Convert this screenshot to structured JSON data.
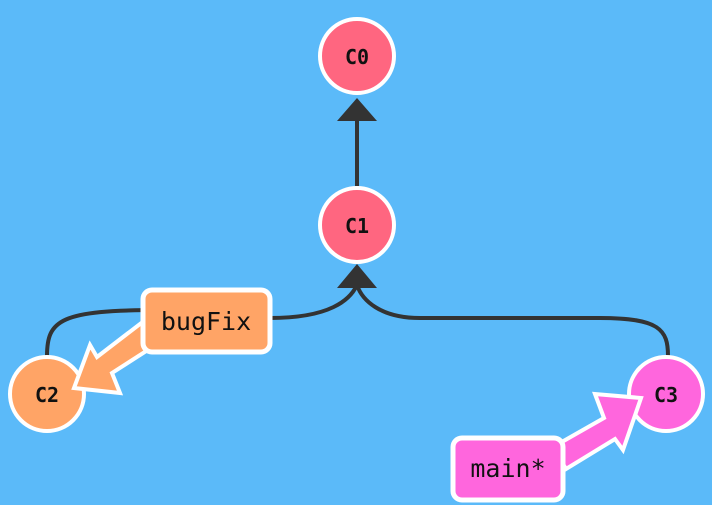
{
  "colors": {
    "background": "#5bbaf9",
    "commit_main": "#ff6680",
    "bugfix": "#ffa466",
    "main_branch": "#ff66dd",
    "edge": "#333333",
    "node_stroke": "#ffffff",
    "text": "#111111"
  },
  "commits": {
    "c0": {
      "label": "C0"
    },
    "c1": {
      "label": "C1"
    },
    "c2": {
      "label": "C2"
    },
    "c3": {
      "label": "C3"
    }
  },
  "branches": {
    "bugfix": {
      "label": "bugFix",
      "target": "C2"
    },
    "main": {
      "label": "main*",
      "target": "C3"
    }
  }
}
